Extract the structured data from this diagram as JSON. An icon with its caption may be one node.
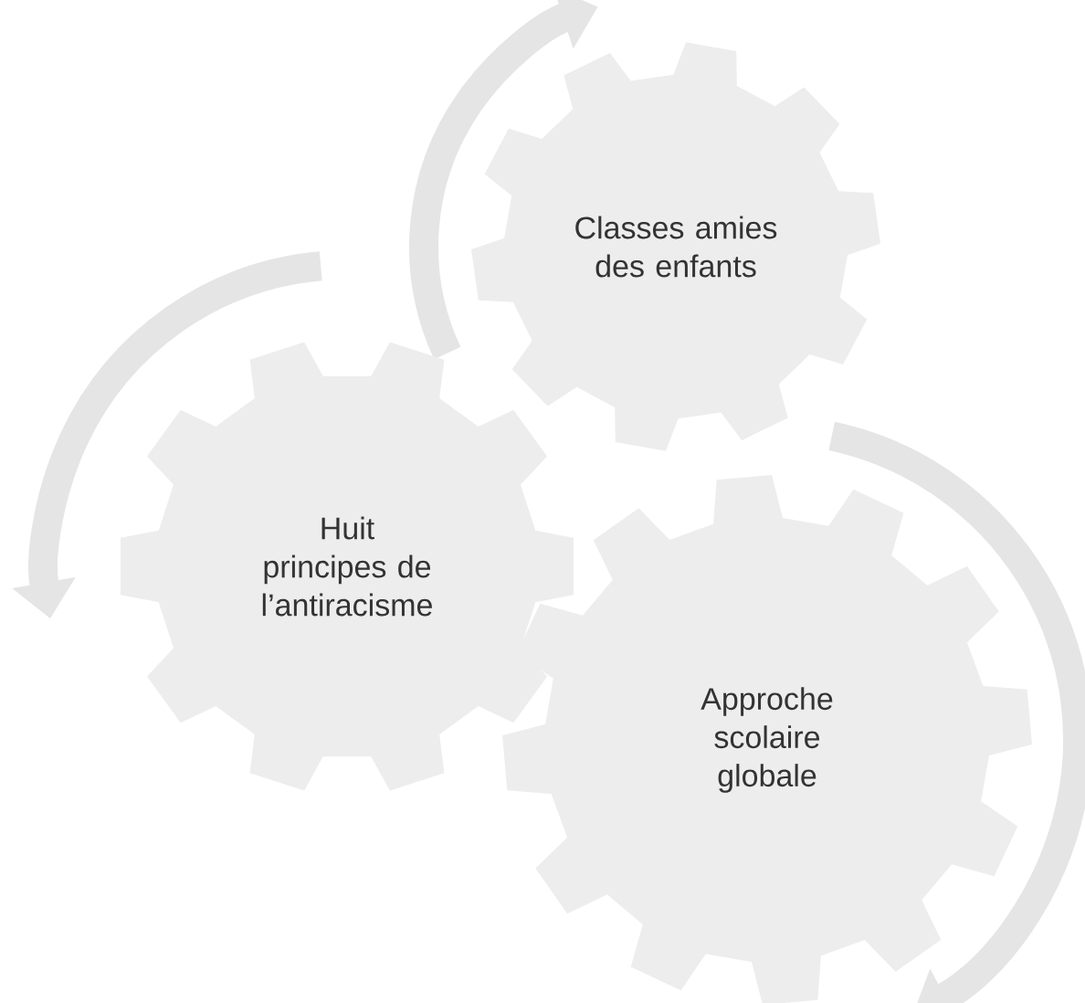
{
  "diagram": {
    "nodes": [
      {
        "text": [
          "Classes amies des enfants"
        ]
      },
      {
        "text": [
          "Huit principes de l’antiracisme"
        ]
      },
      {
        "text": [
          "Approche scolaire globale"
        ]
      }
    ],
    "edges": []
  }
}
